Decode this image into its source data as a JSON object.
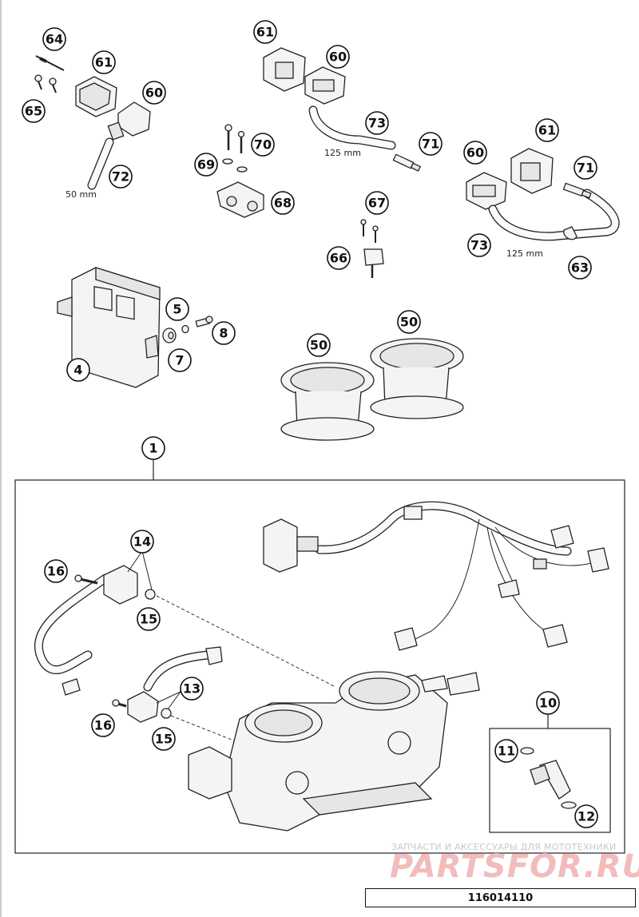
{
  "diagram": {
    "callouts": [
      "64",
      "61",
      "60",
      "65",
      "72",
      "61",
      "60",
      "73",
      "71",
      "70",
      "69",
      "68",
      "67",
      "66",
      "61",
      "60",
      "71",
      "73",
      "63",
      "5",
      "8",
      "7",
      "4",
      "50",
      "50",
      "1",
      "14",
      "16",
      "15",
      "13",
      "16",
      "15",
      "10",
      "11",
      "12"
    ],
    "dimensions": {
      "hose_short": "50 mm",
      "hose_long_a": "125 mm",
      "hose_long_b": "125 mm"
    }
  },
  "watermark": {
    "subtitle": "ЗАПЧАСТИ И АКСЕССУАРЫ ДЛЯ МОТОТЕХНИКИ",
    "brand": "PARTSFOR.RU"
  },
  "part_code": "116014110"
}
